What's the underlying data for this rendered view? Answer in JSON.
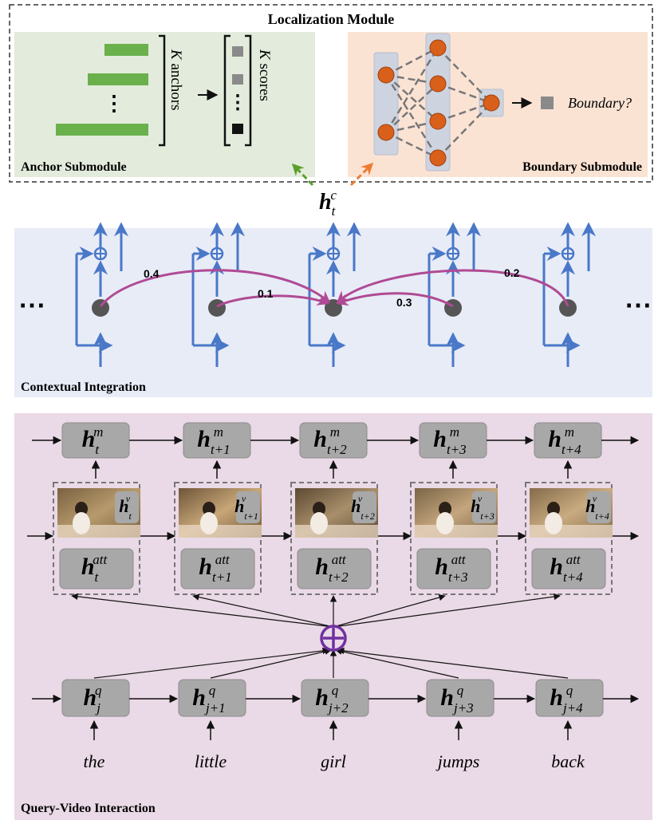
{
  "colors": {
    "anchor_bg": "#e3ecdc",
    "anchor_bar": "#6ab04c",
    "boundary_bg": "#fbe3d4",
    "node_orange": "#d9601a",
    "node_column": "#cdd3df",
    "context_bg": "#e8ecf7",
    "lstm_blue": "#4a78c8",
    "hidden_node": "#555555",
    "attention_arc": "#b04a94",
    "query_bg": "#ead9e6",
    "cell_gray": "#a8a8a8",
    "sum_purple": "#7030a0",
    "arrow_green": "#5aa02c",
    "arrow_orange": "#ed7d31"
  },
  "localization": {
    "title": "Localization Module",
    "anchor_label": "Anchor Submodule",
    "boundary_label": "Boundary Submodule",
    "k_italic": "K",
    "anchors_word": "anchors",
    "scores_word": "scores",
    "dots": "⋮",
    "boundary_text": "Boundary?"
  },
  "context": {
    "label": "Contextual Integration",
    "ellipsis": "⋯",
    "weights": [
      "0.4",
      "0.1",
      "0.3",
      "0.2"
    ],
    "hc": {
      "base": "h",
      "sub": "t",
      "sup": "c"
    }
  },
  "query_video": {
    "label": "Query-Video Interaction",
    "words": [
      "the",
      "little",
      "girl",
      "jumps",
      "back"
    ],
    "subs_t": [
      "t",
      "t+1",
      "t+2",
      "t+3",
      "t+4"
    ],
    "subs_j": [
      "j",
      "j+1",
      "j+2",
      "j+3",
      "j+4"
    ],
    "sup_m": "m",
    "sup_v": "v",
    "sup_att": "att",
    "sup_q": "q",
    "base": "h"
  }
}
